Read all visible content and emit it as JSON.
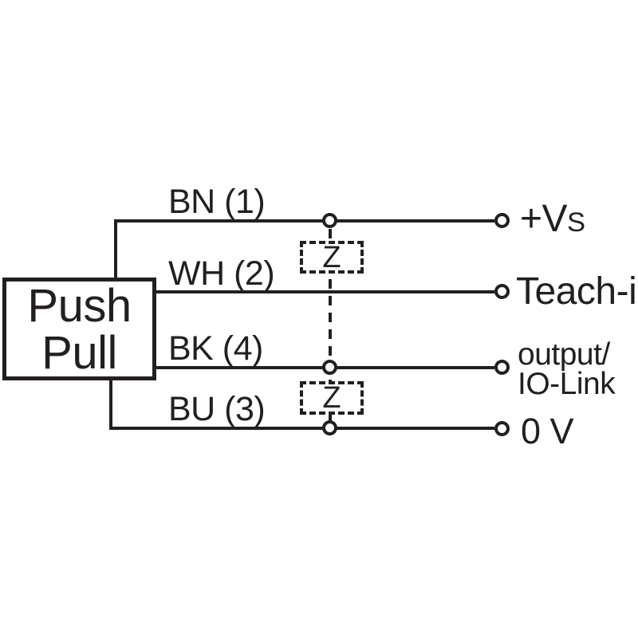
{
  "push_pull_box": {
    "line1": "Push",
    "line2": "Pull"
  },
  "wires": {
    "bn": {
      "color_code": "BN (1)",
      "pin": "1",
      "color_abbr": "BN",
      "terminal": "+V",
      "terminal_sub": "S"
    },
    "wh": {
      "color_code": "WH (2)",
      "pin": "2",
      "color_abbr": "WH",
      "terminal": "Teach-in"
    },
    "bk": {
      "color_code": "BK (4)",
      "pin": "4",
      "color_abbr": "BK",
      "terminal_line1": "output/",
      "terminal_line2": "IO-Link"
    },
    "bu": {
      "color_code": "BU (3)",
      "pin": "3",
      "color_abbr": "BU",
      "terminal": "0 V"
    }
  },
  "suppressors": {
    "z1": "Z",
    "z2": "Z"
  },
  "colors": {
    "ink": "#231f20",
    "background": "#ffffff"
  }
}
